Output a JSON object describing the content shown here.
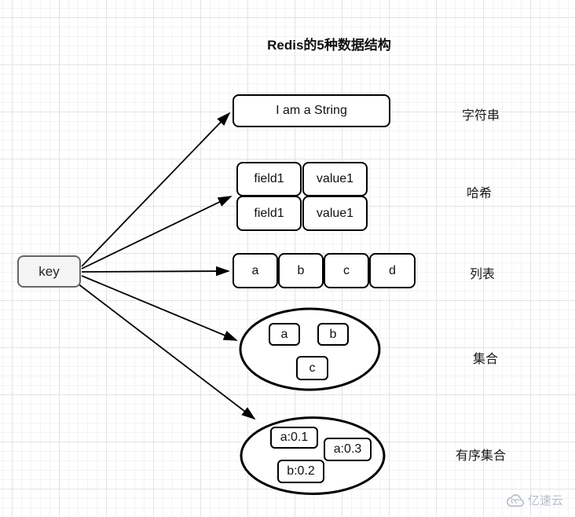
{
  "title": "Redis的5种数据结构",
  "key": {
    "label": "key"
  },
  "sections": {
    "string": {
      "value": "I am a String",
      "label": "字符串"
    },
    "hash": {
      "rows": [
        [
          "field1",
          "value1"
        ],
        [
          "field1",
          "value1"
        ]
      ],
      "label": "哈希"
    },
    "list": {
      "items": [
        "a",
        "b",
        "c",
        "d"
      ],
      "label": "列表"
    },
    "set": {
      "items": [
        "a",
        "b",
        "c"
      ],
      "label": "集合"
    },
    "zset": {
      "items": [
        "a:0.1",
        "a:0.3",
        "b:0.2"
      ],
      "label": "有序集合"
    }
  },
  "watermark": {
    "text": "亿速云",
    "icon": "cloud-icon"
  },
  "colors": {
    "line": "#000000",
    "node_border": "#000000",
    "key_fill": "#f5f5f5",
    "key_border": "#666666",
    "watermark": "#b6bdc9",
    "grid_minor": "#f3f3f6",
    "grid_major": "#e3e3e8"
  }
}
